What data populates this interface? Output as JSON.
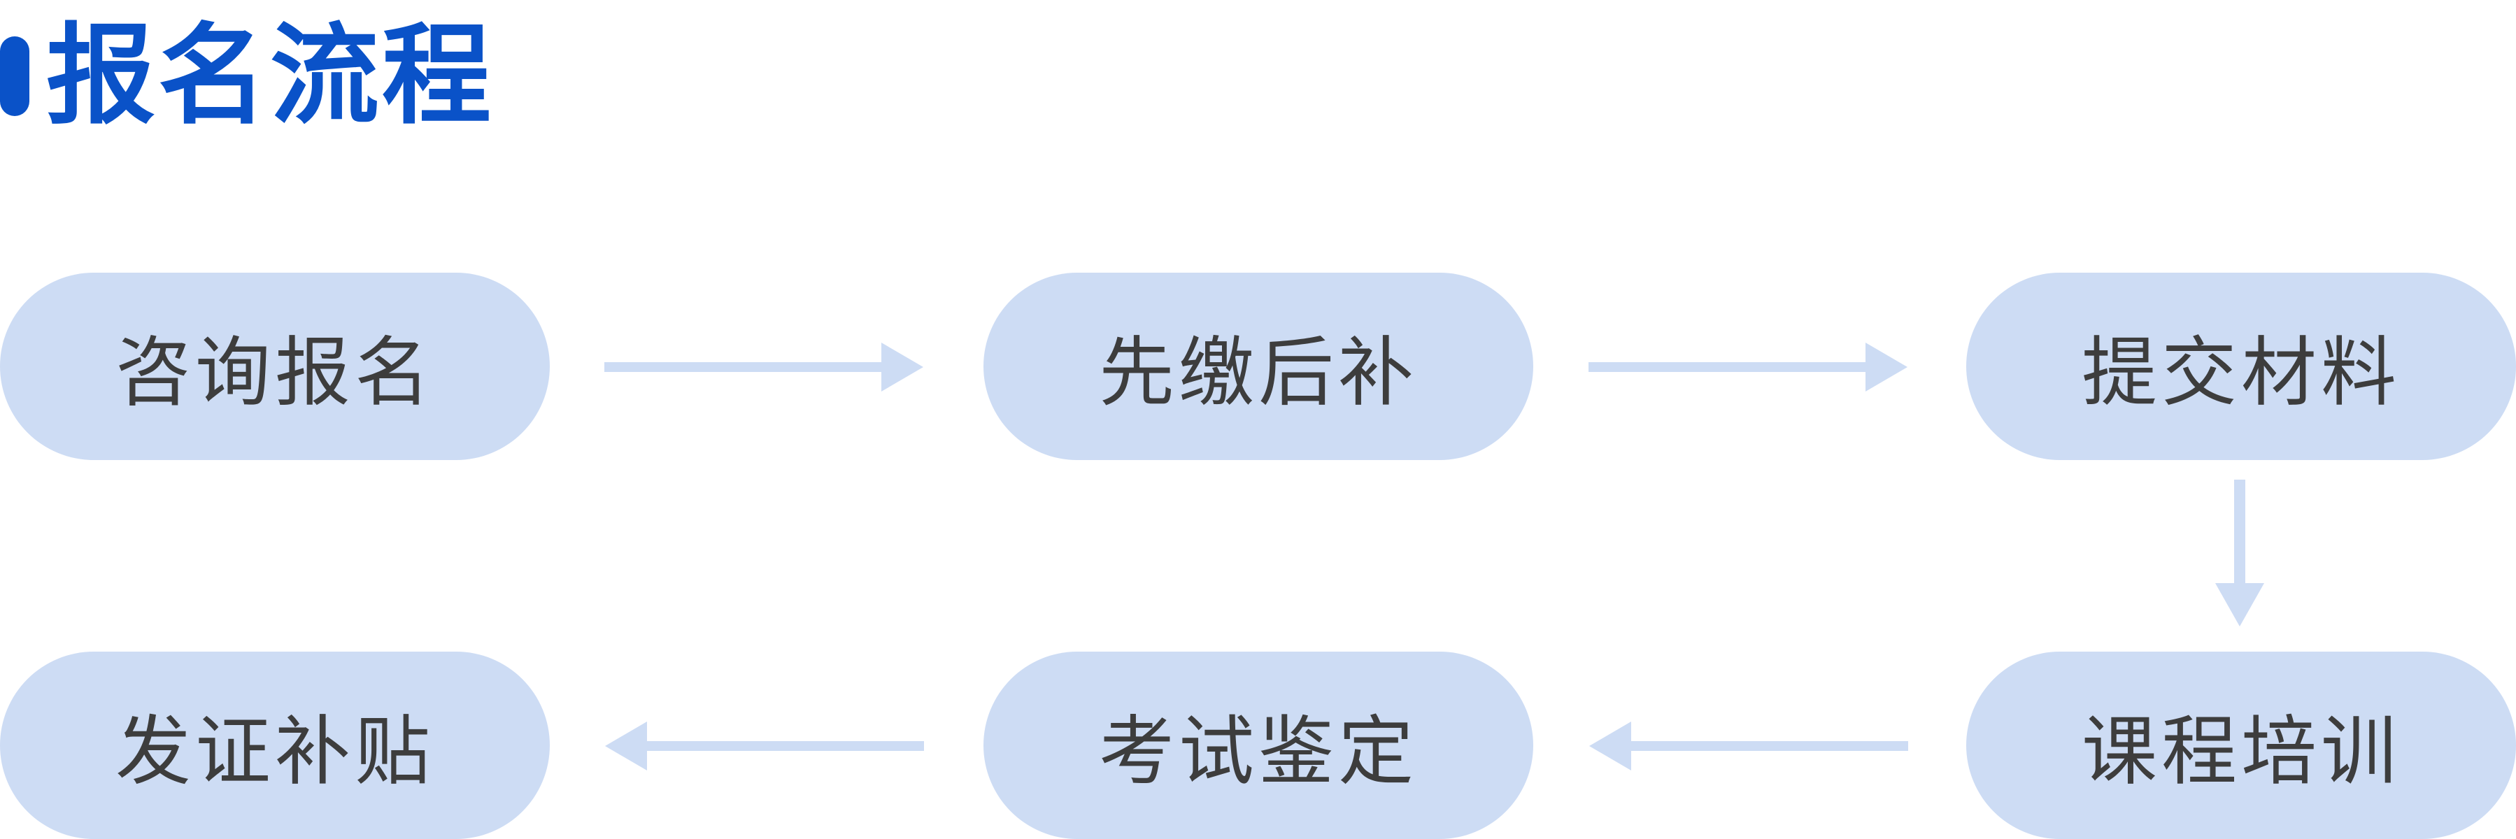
{
  "title": "报名流程",
  "colors": {
    "accent": "#0a52c8",
    "step_fill": "#cddcf4",
    "arrow": "#cddcf4",
    "step_text": "#3d3d3d"
  },
  "steps": [
    {
      "label": "咨询报名"
    },
    {
      "label": "先缴后补"
    },
    {
      "label": "提交材料"
    },
    {
      "label": "课程培训"
    },
    {
      "label": "考试鉴定"
    },
    {
      "label": "发证补贴"
    }
  ],
  "flow": [
    {
      "from": "咨询报名",
      "to": "先缴后补"
    },
    {
      "from": "先缴后补",
      "to": "提交材料"
    },
    {
      "from": "提交材料",
      "to": "课程培训"
    },
    {
      "from": "课程培训",
      "to": "考试鉴定"
    },
    {
      "from": "考试鉴定",
      "to": "发证补贴"
    }
  ]
}
